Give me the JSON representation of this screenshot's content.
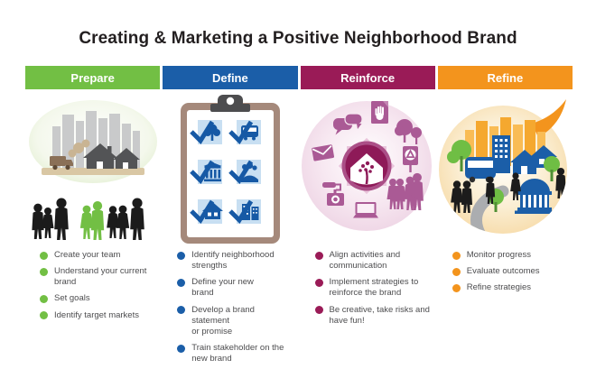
{
  "title": "Creating & Marketing a Positive Neighborhood Brand",
  "palette": {
    "prepare_green": "#72BF44",
    "define_blue": "#1B5EA8",
    "reinforce_maroon": "#9A1B57",
    "refine_orange": "#F3941D",
    "header_text": "#FFFFFF",
    "body_text": "#4D4D4F",
    "title_text": "#231F20"
  },
  "columns": [
    {
      "id": "prepare",
      "label": "Prepare",
      "color": "#72BF44",
      "illustration_icons": [
        "city-skyline-icon",
        "moving-truck-icon",
        "houses-icon",
        "team-silhouettes-icon"
      ],
      "bullets": [
        "Create your team",
        "Understand your current\nbrand",
        "Set goals",
        "Identify target markets"
      ]
    },
    {
      "id": "define",
      "label": "Define",
      "color": "#1B5EA8",
      "illustration_icons": [
        "clipboard-icon",
        "checkmark-icon",
        "tree-icon",
        "bus-icon",
        "monument-icon",
        "people-icon",
        "house-icon",
        "buildings-icon"
      ],
      "bullets": [
        "Identify neighborhood\nstrengths",
        "Define your new\nbrand",
        "Develop a brand statement\nor promise",
        "Train stakeholder on the\nnew brand"
      ]
    },
    {
      "id": "reinforce",
      "label": "Reinforce",
      "color": "#9A1B57",
      "illustration_icons": [
        "neighborhood-emblem-icon",
        "speech-bubbles-icon",
        "poster-hand-icon",
        "trees-icon",
        "envelope-icon",
        "recycle-sign-icon",
        "paint-roller-camera-icon",
        "laptop-icon",
        "family-icon"
      ],
      "bullets": [
        "Align activities and\ncommunication",
        "Implement strategies to\nreinforce the brand",
        "Be creative, take risks and\nhave fun!"
      ]
    },
    {
      "id": "refine",
      "label": "Refine",
      "color": "#F3941D",
      "illustration_icons": [
        "progress-arrow-icon",
        "city-skyline-icon",
        "trees-icon",
        "bus-icon",
        "houses-icon",
        "rotunda-icon",
        "winding-path-icon",
        "people-silhouettes-icon"
      ],
      "bullets": [
        "Monitor progress",
        "Evaluate outcomes",
        "Refine strategies"
      ]
    }
  ]
}
